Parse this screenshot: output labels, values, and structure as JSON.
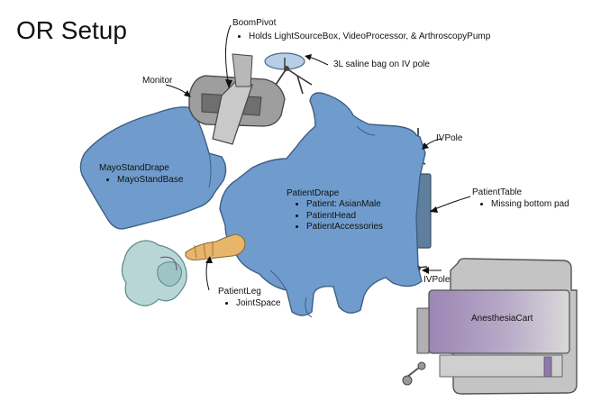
{
  "title": "OR Setup",
  "labels": {
    "boom_pivot": "BoomPivot",
    "boom_pivot_items": [
      "Holds LightSourceBox, VideoProcessor, & ArthroscopyPump"
    ],
    "saline_bag": "3L saline bag on IV pole",
    "monitor": "Monitor",
    "iv_pole_top": "IVPole",
    "iv_pole_bottom": "IVPole",
    "mayo_stand_drape": "MayoStandDrape",
    "mayo_stand_drape_items": [
      "MayoStandBase"
    ],
    "patient_drape": "PatientDrape",
    "patient_drape_items": [
      "Patient: AsianMale",
      "PatientHead",
      "PatientAccessories"
    ],
    "patient_table": "PatientTable",
    "patient_table_items": [
      "Missing bottom pad"
    ],
    "patient_leg": "PatientLeg",
    "patient_leg_items": [
      "JointSpace"
    ],
    "anesthesia_cart": "AnesthesiaCart"
  },
  "colors": {
    "drape": "#6f9ccd",
    "drape_stroke": "#3d5f85",
    "table": "#5f7f9e",
    "cart": "#bdbdbd",
    "cart_panel": "#a08fb8",
    "leg": "#e8b56a",
    "lamp": "#b9d6d6",
    "boom": "#9e9e9e"
  }
}
